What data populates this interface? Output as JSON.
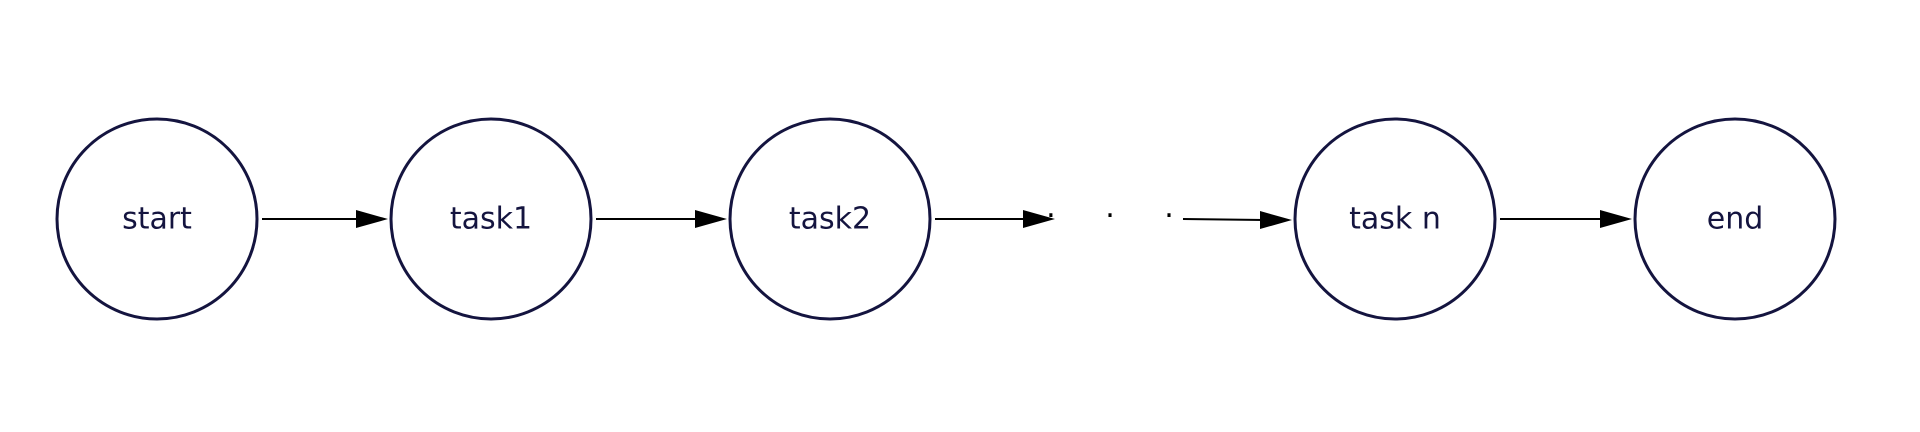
{
  "diagram": {
    "type": "linear-flow",
    "nodes": [
      {
        "id": "start",
        "label": "start"
      },
      {
        "id": "task1",
        "label": "task1"
      },
      {
        "id": "task2",
        "label": "task2"
      },
      {
        "id": "ellipsis",
        "label": "· · ·"
      },
      {
        "id": "taskn",
        "label": "task n"
      },
      {
        "id": "end",
        "label": "end"
      }
    ],
    "edges": [
      {
        "from": "start",
        "to": "task1"
      },
      {
        "from": "task1",
        "to": "task2"
      },
      {
        "from": "task2",
        "to": "ellipsis"
      },
      {
        "from": "ellipsis",
        "to": "taskn"
      },
      {
        "from": "taskn",
        "to": "end"
      }
    ],
    "colors": {
      "node_stroke": "#14143f",
      "node_text": "#14143f",
      "arrow": "#000000"
    }
  }
}
